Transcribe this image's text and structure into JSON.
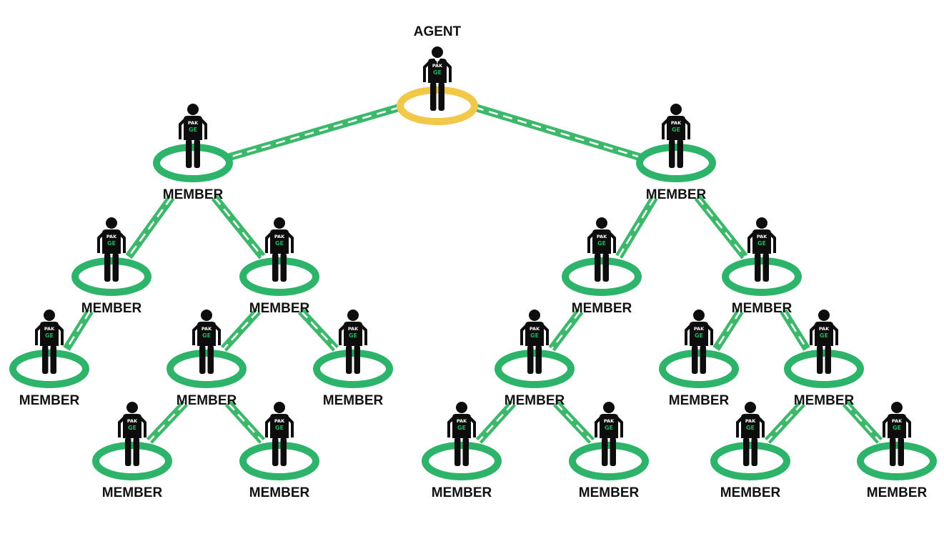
{
  "diagram": {
    "colors": {
      "agent_ring": "#f2c84b",
      "member_ring": "#2db46a",
      "connector": "#3cb86b",
      "connector_dash": "#ffffff",
      "figure": "#0d0d0d",
      "badge_text_top": "#ffffff",
      "badge_text_bottom": "#21b05a"
    },
    "badge": {
      "top": "PAK",
      "bottom": "GE"
    },
    "nodes": [
      {
        "id": "agent",
        "role": "agent",
        "label": "AGENT",
        "parent": null
      },
      {
        "id": "m-l1",
        "role": "member",
        "label": "MEMBER",
        "parent": "agent"
      },
      {
        "id": "m-r1",
        "role": "member",
        "label": "MEMBER",
        "parent": "agent"
      },
      {
        "id": "m-l2a",
        "role": "member",
        "label": "MEMBER",
        "parent": "m-l1"
      },
      {
        "id": "m-l2b",
        "role": "member",
        "label": "MEMBER",
        "parent": "m-l1"
      },
      {
        "id": "m-r2a",
        "role": "member",
        "label": "MEMBER",
        "parent": "m-r1"
      },
      {
        "id": "m-r2b",
        "role": "member",
        "label": "MEMBER",
        "parent": "m-r1"
      },
      {
        "id": "m-l3a",
        "role": "member",
        "label": "MEMBER",
        "parent": "m-l2a"
      },
      {
        "id": "m-l3b",
        "role": "member",
        "label": "MEMBER",
        "parent": "m-l2b"
      },
      {
        "id": "m-l3c",
        "role": "member",
        "label": "MEMBER",
        "parent": "m-l2b"
      },
      {
        "id": "m-r3a",
        "role": "member",
        "label": "MEMBER",
        "parent": "m-r2a"
      },
      {
        "id": "m-r3b",
        "role": "member",
        "label": "MEMBER",
        "parent": "m-r2b"
      },
      {
        "id": "m-r3c",
        "role": "member",
        "label": "MEMBER",
        "parent": "m-r2b"
      },
      {
        "id": "m-l4a",
        "role": "member",
        "label": "MEMBER",
        "parent": "m-l3b"
      },
      {
        "id": "m-l4b",
        "role": "member",
        "label": "MEMBER",
        "parent": "m-l3b"
      },
      {
        "id": "m-r4a",
        "role": "member",
        "label": "MEMBER",
        "parent": "m-r3a"
      },
      {
        "id": "m-r4b",
        "role": "member",
        "label": "MEMBER",
        "parent": "m-r3a"
      },
      {
        "id": "m-r4c",
        "role": "member",
        "label": "MEMBER",
        "parent": "m-r3c"
      },
      {
        "id": "m-r4d",
        "role": "member",
        "label": "MEMBER",
        "parent": "m-r3c"
      }
    ]
  }
}
